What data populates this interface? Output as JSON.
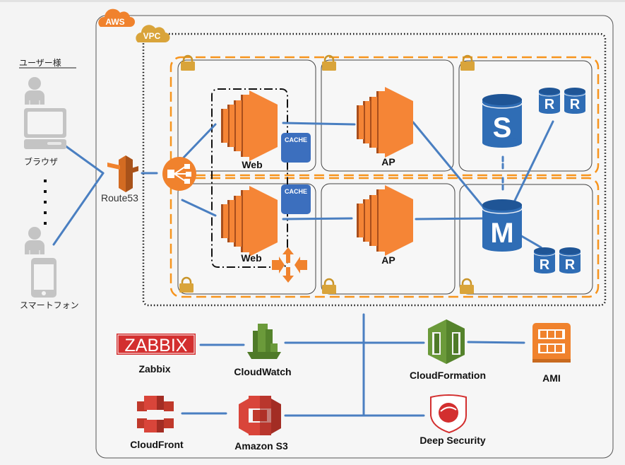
{
  "colors": {
    "aws_orange": "#f0822d",
    "vpc_gold": "#d9a43a",
    "subnet_orange": "#f7941d",
    "link_blue": "#4a7fc1",
    "db_blue": "#2f6db5",
    "cache_blue": "#3c6fbe",
    "cloudwatch_green": "#6b9a3a",
    "s3_red": "#d9453a",
    "ami_orange": "#f0822d",
    "zabbix_red": "#d32f2f"
  },
  "containers": {
    "aws_label": "AWS",
    "vpc_label": "VPC"
  },
  "users": {
    "title": "ユーザー様",
    "browser_label": "ブラウザ",
    "smartphone_label": "スマートフォン"
  },
  "route53": {
    "label": "Route53"
  },
  "nodes": {
    "web_top": "Web",
    "web_bottom": "Web",
    "ap_top": "AP",
    "ap_bottom": "AP",
    "cache_top": "CACHE",
    "cache_bottom": "CACHE",
    "db_slave": "S",
    "db_master": "M",
    "replica": "R"
  },
  "services": {
    "zabbix_logo": "ZABBIX",
    "zabbix": "Zabbix",
    "cloudwatch": "CloudWatch",
    "cloudfront": "CloudFront",
    "s3": "Amazon S3",
    "cloudformation": "CloudFormation",
    "ami": "AMI",
    "deep_security": "Deep Security"
  }
}
